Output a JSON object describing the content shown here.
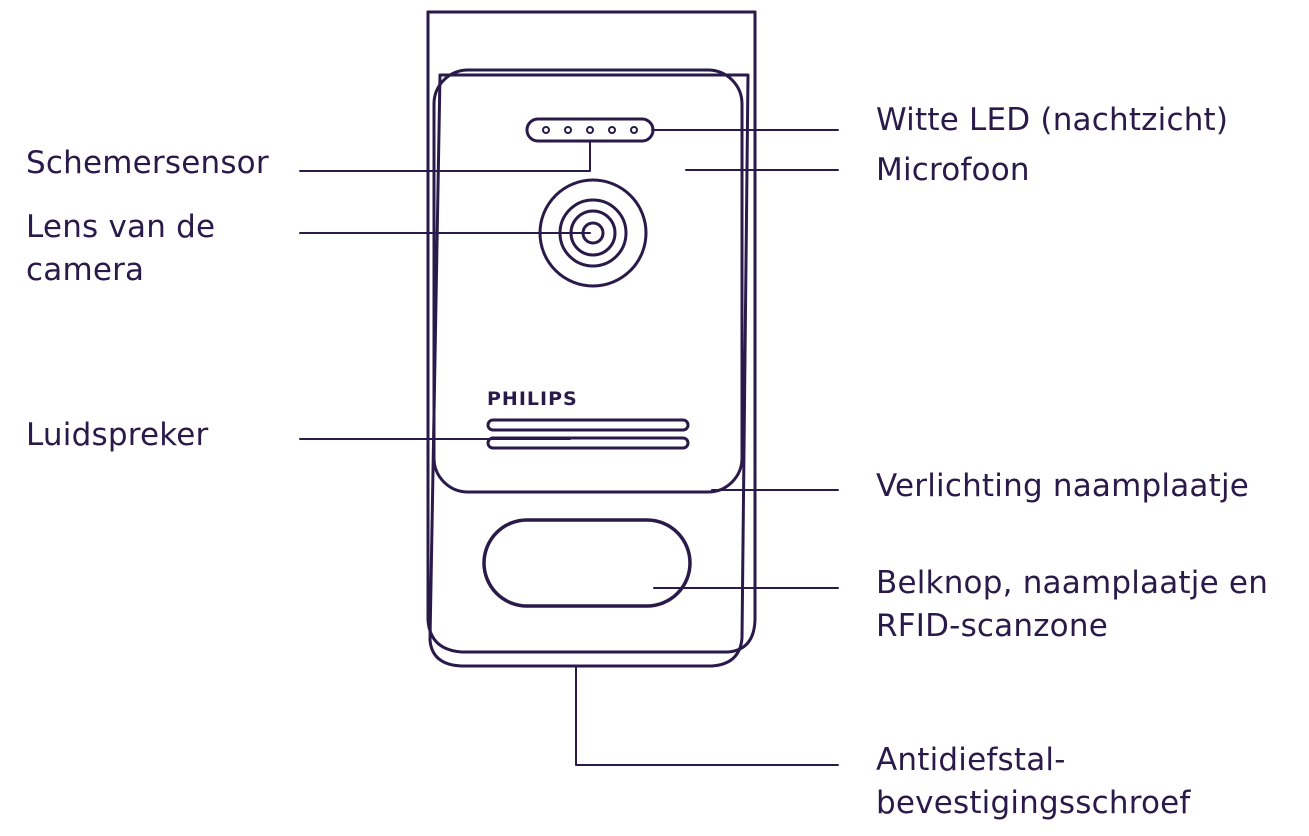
{
  "device": {
    "brand": "PHILIPS",
    "line_color": "#2a1a4a",
    "background": "#ffffff"
  },
  "labels": {
    "witte_led": "Witte LED (nachtzicht)",
    "microfoon": "Microfoon",
    "schemersensor": "Schemersensor",
    "lens_line1": "Lens van de",
    "lens_line2": "camera",
    "luidspreker": "Luidspreker",
    "verlichting": "Verlichting naamplaatje",
    "belknop_line1": "Belknop, naamplaatje en",
    "belknop_line2": "RFID-scanzone",
    "antidiefstal_line1": "Antidiefstal-",
    "antidiefstal_line2": "bevestigingsschroef"
  }
}
